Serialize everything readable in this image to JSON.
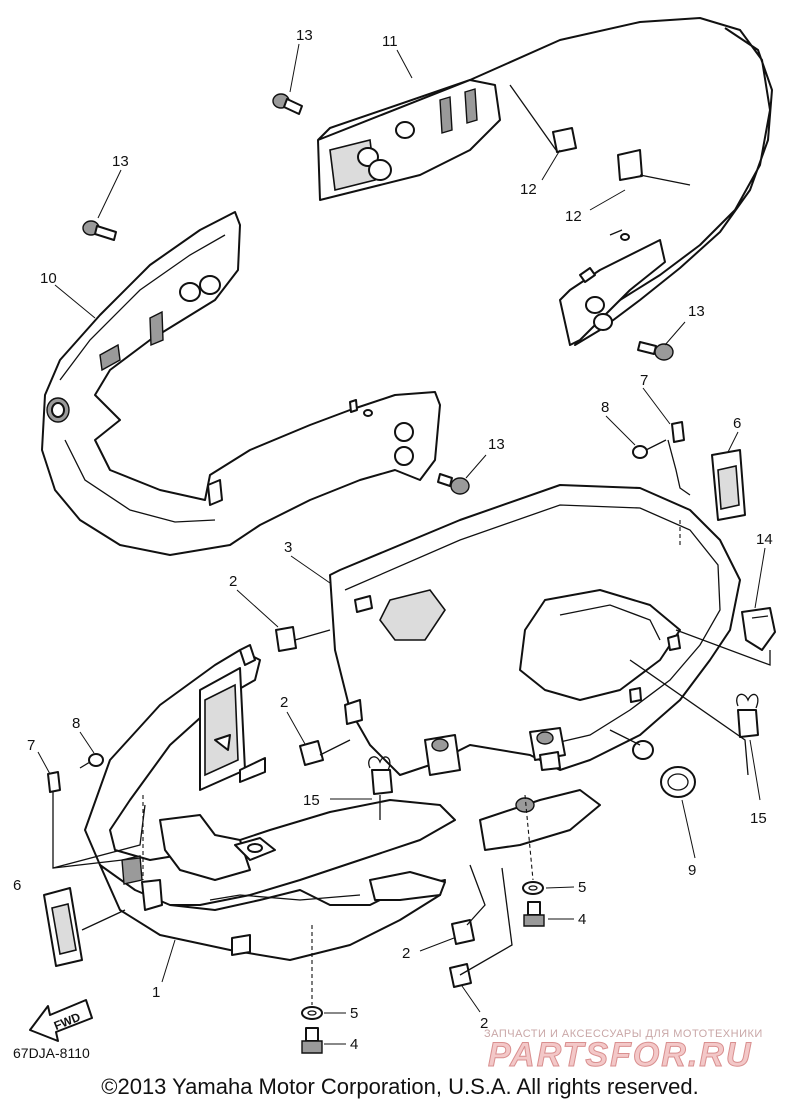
{
  "diagram": {
    "callouts": [
      "1",
      "2",
      "3",
      "4",
      "5",
      "6",
      "7",
      "8",
      "9",
      "10",
      "11",
      "12",
      "13",
      "14",
      "15"
    ],
    "diagram_code": "67DJA-8110",
    "direction_label": "FWD",
    "copyright": "©2013 Yamaha Motor Corporation, U.S.A. All rights reserved."
  },
  "watermark": {
    "tagline": "ЗАПЧАСТИ И АКСЕССУАРЫ ДЛЯ МОТОТЕХНИКИ",
    "logo_text": "PARTSFOR.RU"
  }
}
